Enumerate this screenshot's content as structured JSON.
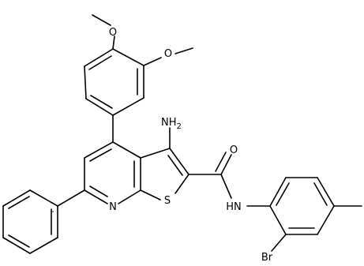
{
  "labels": {
    "o_top": "O",
    "o_meta": "O",
    "nh2": "NH",
    "nh2_sub": "2",
    "o_amide": "O",
    "hn": "HN",
    "n_ring": "N",
    "s_ring": "S",
    "br": "Br"
  }
}
